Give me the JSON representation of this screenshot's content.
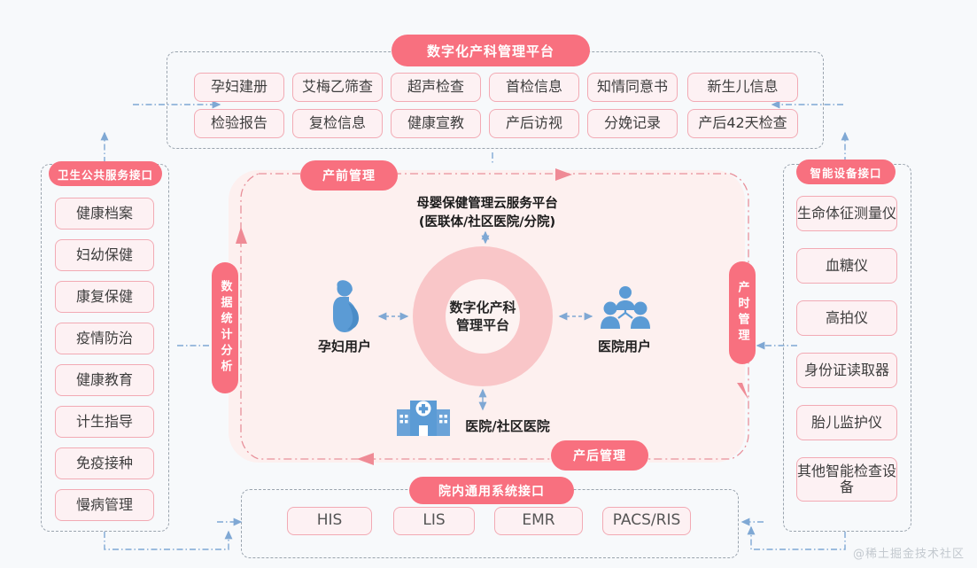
{
  "background_color": "#f7f9fb",
  "accent_pink": "#f8707f",
  "chip_border": "#f2aab4",
  "chip_fill": "#fdf1f3",
  "stage_fill": "#fdf0ef",
  "ring_color": "#f9c6c8",
  "icon_blue": "#5b9bd5",
  "connector_blue": "#7fa8d4",
  "top_panel": {
    "title": "数字化产科管理平台",
    "rows": [
      [
        "孕妇建册",
        "艾梅乙筛查",
        "超声检查",
        "首检信息",
        "知情同意书",
        "新生儿信息"
      ],
      [
        "检验报告",
        "复检信息",
        "健康宣教",
        "产后访视",
        "分娩记录",
        "产后42天检查"
      ]
    ]
  },
  "left_panel": {
    "title": "卫生公共服务接口",
    "items": [
      "健康档案",
      "妇幼保健",
      "康复保健",
      "疫情防治",
      "健康教育",
      "计生指导",
      "免疫接种",
      "慢病管理"
    ]
  },
  "right_panel": {
    "title": "智能设备接口",
    "items": [
      "生命体征测量仪",
      "血糖仪",
      "高拍仪",
      "身份证读取器",
      "胎儿监护仪",
      "其他智能检查设备"
    ]
  },
  "bottom_panel": {
    "title": "院内通用系统接口",
    "items": [
      "HIS",
      "LIS",
      "EMR",
      "PACS/RIS"
    ]
  },
  "center": {
    "stage_labels": {
      "top": "产前管理",
      "bottom": "产后管理",
      "left": "数据统计分析",
      "right": "产时管理"
    },
    "cloud_line1": "母婴保健管理云服务平台",
    "cloud_line2": "(医联体/社区医院/分院)",
    "hub_line1": "数字化产科",
    "hub_line2": "管理平台",
    "actor_pregnant": "孕妇用户",
    "actor_hospital_users": "医院用户",
    "actor_hospital": "医院/社区医院"
  },
  "watermark": "@稀土掘金技术社区"
}
